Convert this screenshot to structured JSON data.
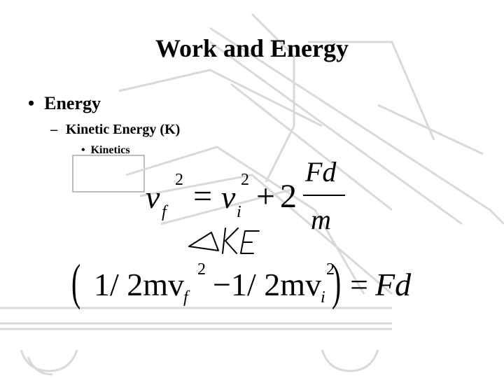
{
  "slide": {
    "title": "Work and Energy",
    "bullet_l1": "Energy",
    "bullet_l2": "Kinetic Energy (K)",
    "bullet_l3": "Kinetics"
  },
  "equation1": {
    "lhs_var": "v",
    "lhs_sub": "f",
    "lhs_exp": "2",
    "equals": "=",
    "rhs_var": "v",
    "rhs_sub": "i",
    "rhs_exp": "2",
    "plus": "+",
    "coef": "2",
    "numerator": "Fd",
    "denominator": "m"
  },
  "annotation": {
    "text": "ΔKE"
  },
  "equation2": {
    "open_paren": "(",
    "term1": "1/ 2mv",
    "term1_sub": "f",
    "term1_exp": "2",
    "minus": "−1/ 2mv",
    "term2_sub": "i",
    "term2_exp": "2",
    "close_paren": ")",
    "equals": "=",
    "rhs": "Fd"
  },
  "colors": {
    "background": "#ffffff",
    "text": "#000000",
    "background_sketch": "#d9d9d9"
  }
}
